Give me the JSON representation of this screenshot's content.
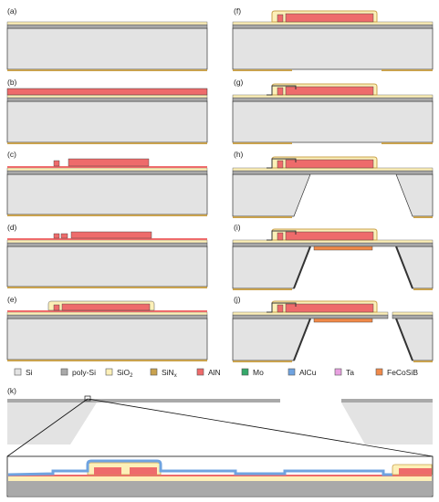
{
  "panels": [
    {
      "id": "a",
      "label": "(a)"
    },
    {
      "id": "b",
      "label": "(b)"
    },
    {
      "id": "c",
      "label": "(c)"
    },
    {
      "id": "d",
      "label": "(d)"
    },
    {
      "id": "e",
      "label": "(e)"
    },
    {
      "id": "f",
      "label": "(f)"
    },
    {
      "id": "g",
      "label": "(g)"
    },
    {
      "id": "h",
      "label": "(h)"
    },
    {
      "id": "i",
      "label": "(i)"
    },
    {
      "id": "j",
      "label": "(j)"
    },
    {
      "id": "k",
      "label": "(k)"
    }
  ],
  "legend": [
    {
      "key": "si",
      "label": "Si",
      "color": "#e3e3e3"
    },
    {
      "key": "polysi",
      "label": "poly-Si",
      "color": "#a9a9a9"
    },
    {
      "key": "sio2",
      "label": "SiO",
      "sub": "2",
      "color": "#fdf0b8"
    },
    {
      "key": "sinx",
      "label": "SiN",
      "sub": "x",
      "color": "#c9a24e"
    },
    {
      "key": "aln",
      "label": "AlN",
      "color": "#ee6b6b"
    },
    {
      "key": "mo",
      "label": "Mo",
      "color": "#35a86a"
    },
    {
      "key": "alcu",
      "label": "AlCu",
      "color": "#6fa3e0"
    },
    {
      "key": "ta",
      "label": "Ta",
      "color": "#e8a0e0"
    },
    {
      "key": "fecosib",
      "label": "FeCoSiB",
      "color": "#f08a4a"
    }
  ]
}
